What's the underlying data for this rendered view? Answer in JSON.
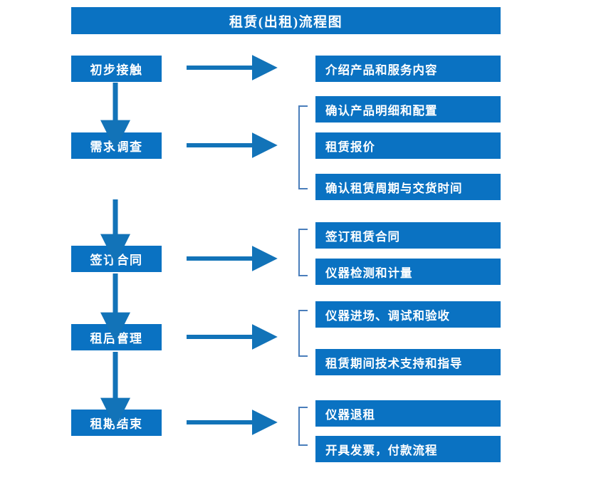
{
  "diagram": {
    "title": "租赁(出租)流程图",
    "colors": {
      "box_fill": "#0a72c2",
      "box_text": "#ffffff",
      "arrow": "#1273b8",
      "bracket": "#4a7ebb",
      "background": "#ffffff"
    },
    "steps": [
      {
        "label": "初步接触"
      },
      {
        "label": "需求调查"
      },
      {
        "label": "签订合同"
      },
      {
        "label": "租后管理"
      },
      {
        "label": "租期结束"
      }
    ],
    "details": [
      {
        "label": "介绍产品和服务内容"
      },
      {
        "label": "确认产品明细和配置"
      },
      {
        "label": "租赁报价"
      },
      {
        "label": "确认租赁周期与交货时间"
      },
      {
        "label": "签订租赁合同"
      },
      {
        "label": "仪器检测和计量"
      },
      {
        "label": "仪器进场、调试和验收"
      },
      {
        "label": "租赁期间技术支持和指导"
      },
      {
        "label": "仪器退租"
      },
      {
        "label": "开具发票，付款流程"
      }
    ],
    "groups": [
      {
        "step": "需求调查",
        "details": [
          "确认产品明细和配置",
          "租赁报价",
          "确认租赁周期与交货时间"
        ]
      },
      {
        "step": "签订合同",
        "details": [
          "签订租赁合同",
          "仪器检测和计量"
        ]
      },
      {
        "step": "租后管理",
        "details": [
          "仪器进场、调试和验收",
          "租赁期间技术支持和指导"
        ]
      },
      {
        "step": "租期结束",
        "details": [
          "仪器退租",
          "开具发票，付款流程"
        ]
      }
    ],
    "connectors": {
      "vertical_arrow_count": 4,
      "horizontal_arrow_count": 5,
      "bracket_count": 4
    }
  }
}
